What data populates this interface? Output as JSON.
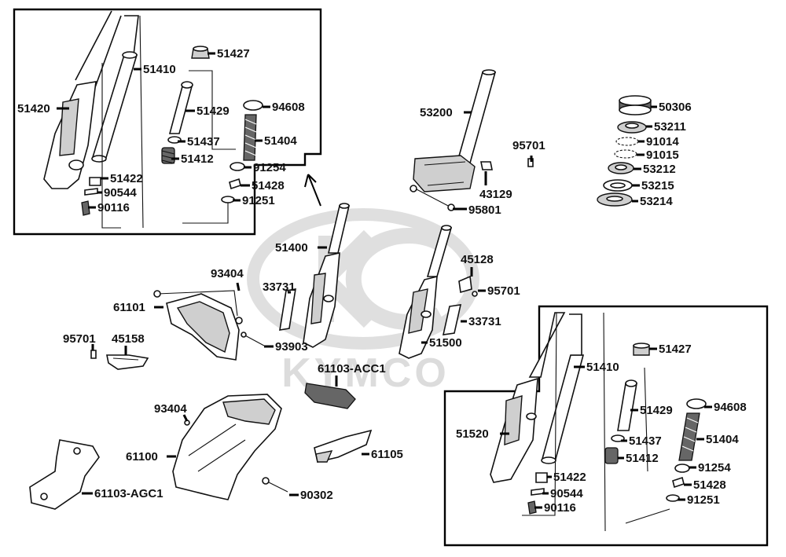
{
  "watermark": {
    "brand_text": "KYMCO"
  },
  "labels": {
    "p51420": "51420",
    "p51410a": "51410",
    "p51427a": "51427",
    "p51429a": "51429",
    "p94608a": "94608",
    "p51404a": "51404",
    "p51437a": "51437",
    "p51412a": "51412",
    "p91254a": "91254",
    "p51422a": "51422",
    "p90544a": "90544",
    "p90116a": "90116",
    "p51428a": "51428",
    "p91251a": "91251",
    "p53200": "53200",
    "p95701a": "95701",
    "p43129": "43129",
    "p95801": "95801",
    "p50306": "50306",
    "p53211": "53211",
    "p91014": "91014",
    "p91015": "91015",
    "p53212": "53212",
    "p53215": "53215",
    "p53214": "53214",
    "p51400": "51400",
    "p45128": "45128",
    "p95701b": "95701",
    "p33731a": "33731",
    "p33731b": "33731",
    "p51500": "51500",
    "p93404a": "93404",
    "p61101": "61101",
    "p95701c": "95701",
    "p45158": "45158",
    "p93903": "93903",
    "p61103acc1": "61103-ACC1",
    "p93404b": "93404",
    "p61100": "61100",
    "p61105": "61105",
    "p61103agc1": "61103-AGC1",
    "p90302": "90302",
    "p51427b": "51427",
    "p51410b": "51410",
    "p94608b": "94608",
    "p51429b": "51429",
    "p51520": "51520",
    "p51404b": "51404",
    "p51437b": "51437",
    "p51412b": "51412",
    "p91254b": "91254",
    "p51422b": "51422",
    "p51428b": "51428",
    "p90544b": "90544",
    "p91251b": "91251",
    "p90116b": "90116"
  }
}
